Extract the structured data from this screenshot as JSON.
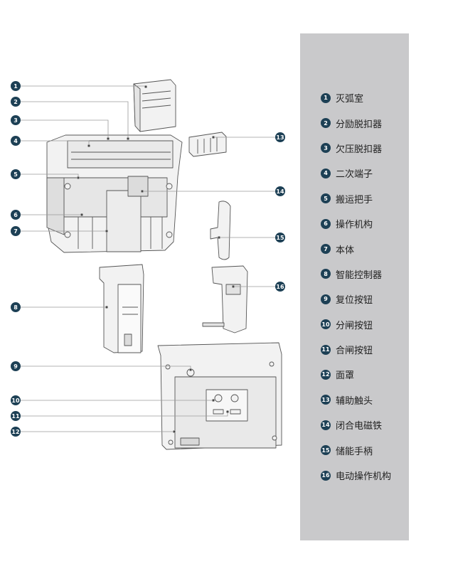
{
  "legend": {
    "items": [
      {
        "num": "1",
        "label": "灭弧室"
      },
      {
        "num": "2",
        "label": "分励脱扣器"
      },
      {
        "num": "3",
        "label": "欠压脱扣器"
      },
      {
        "num": "4",
        "label": "二次端子"
      },
      {
        "num": "5",
        "label": "搬运把手"
      },
      {
        "num": "6",
        "label": "操作机构"
      },
      {
        "num": "7",
        "label": "本体"
      },
      {
        "num": "8",
        "label": "智能控制器"
      },
      {
        "num": "9",
        "label": "复位按钮"
      },
      {
        "num": "10",
        "label": "分闸按钮"
      },
      {
        "num": "11",
        "label": "合闸按钮"
      },
      {
        "num": "12",
        "label": "面罩"
      },
      {
        "num": "13",
        "label": "辅助触头"
      },
      {
        "num": "14",
        "label": "闭合电磁铁"
      },
      {
        "num": "15",
        "label": "储能手柄"
      },
      {
        "num": "16",
        "label": "电动操作机构"
      }
    ]
  },
  "colors": {
    "badge": "#1d4055",
    "panel": "#c9c9cb",
    "leader_line": "#9a9a9a",
    "component_fill": "#f2f2f2",
    "component_stroke": "#555555"
  }
}
